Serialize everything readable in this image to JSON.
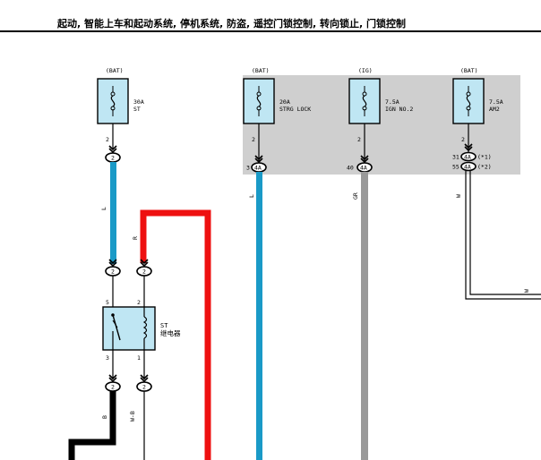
{
  "header": {
    "title": "起动, 智能上车和起动系统, 停机系统, 防盗, 遥控门锁控制, 转向锁止, 门锁控制"
  },
  "fuses": [
    {
      "id": "st",
      "source": "(BAT)",
      "rating": "30A",
      "name": "ST",
      "pin": "2"
    },
    {
      "id": "strg",
      "source": "(BAT)",
      "rating": "20A",
      "name": "STRG LOCK",
      "pin": "2"
    },
    {
      "id": "ign",
      "source": "(IG)",
      "rating": "7.5A",
      "name": "IGN NO.2",
      "pin": "2"
    },
    {
      "id": "am2",
      "source": "(BAT)",
      "rating": "7.5A",
      "name": "AM2",
      "pin": "2"
    }
  ],
  "connectors": {
    "st_fuse_out": "2",
    "st_relay_in5": "2",
    "st_relay_in2": "2",
    "st_relay_out3": "2",
    "st_relay_out1": "2",
    "strg_pin": "3",
    "strg_conn": "4A",
    "ign_pin": "40",
    "ign_conn": "4A",
    "am2_pin1": "31",
    "am2_conn1": "4A",
    "am2_note1": "(*1)",
    "am2_pin2": "55",
    "am2_conn2": "4A",
    "am2_note2": "(*2)"
  },
  "relay": {
    "name": "ST",
    "subtitle": "继电器",
    "pin_tl": "5",
    "pin_tr": "2",
    "pin_bl": "3",
    "pin_br": "1"
  },
  "wires": {
    "st_out_color": "L",
    "st_feed_color": "R",
    "strg_color": "L",
    "ign_color": "GR",
    "am2_color": "W",
    "am2_right_color": "W",
    "relay_out3_color": "B",
    "relay_out1_color": "W-B"
  },
  "colors": {
    "wire_blue": "#1a9ac7",
    "wire_red": "#ee1010",
    "wire_gray": "#999999",
    "wire_black": "#000000",
    "relay_fill": "#bfe6f3",
    "panel_fill": "#cfcfcf"
  }
}
